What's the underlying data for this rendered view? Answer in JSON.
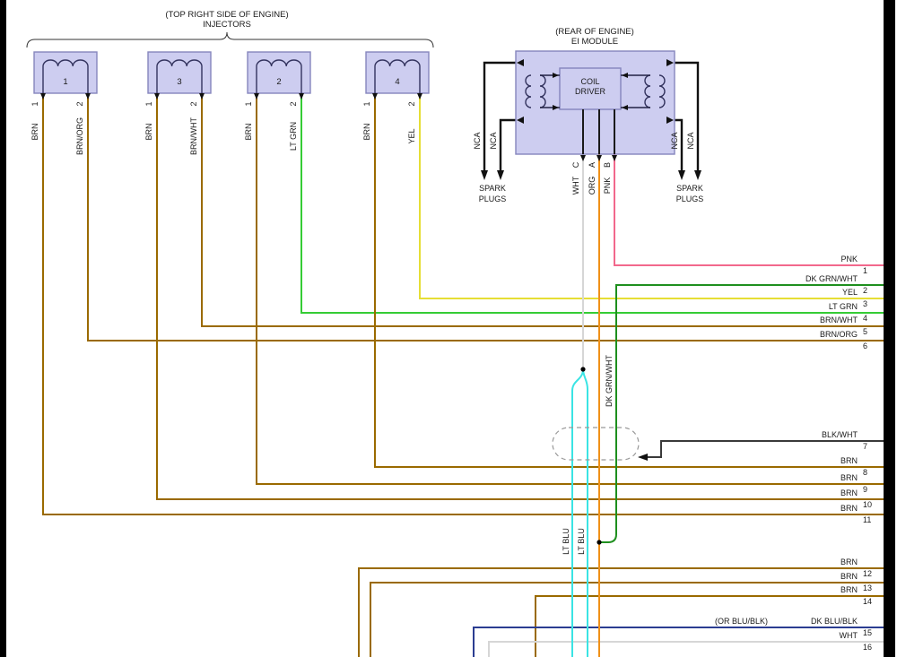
{
  "header": {
    "location_note": "(TOP RIGHT SIDE OF ENGINE)",
    "title": "INJECTORS"
  },
  "module": {
    "location_note": "(REAR OF ENGINE)",
    "title": "EI MODULE",
    "coil_driver_line1": "COIL",
    "coil_driver_line2": "DRIVER",
    "spark_left_line1": "SPARK",
    "spark_left_line2": "PLUGS",
    "spark_right_line1": "SPARK",
    "spark_right_line2": "PLUGS",
    "nca": [
      "NCA",
      "NCA",
      "NCA",
      "NCA"
    ],
    "pins": [
      {
        "letter": "C",
        "color": "WHT"
      },
      {
        "letter": "A",
        "color": "ORG"
      },
      {
        "letter": "B",
        "color": "PNK"
      }
    ]
  },
  "injectors": [
    {
      "id": "1",
      "pin1_num": "1",
      "pin1_color": "BRN",
      "pin2_num": "2",
      "pin2_color": "BRN/ORG"
    },
    {
      "id": "3",
      "pin1_num": "1",
      "pin1_color": "BRN",
      "pin2_num": "2",
      "pin2_color": "BRN/WHT"
    },
    {
      "id": "2",
      "pin1_num": "1",
      "pin1_color": "BRN",
      "pin2_num": "2",
      "pin2_color": "LT GRN"
    },
    {
      "id": "4",
      "pin1_num": "1",
      "pin1_color": "BRN",
      "pin2_num": "2",
      "pin2_color": "YEL"
    }
  ],
  "mid_labels": {
    "lt_blu_left": "LT BLU",
    "lt_blu_right": "LT BLU",
    "dk_grn_wht": "DK GRN/WHT"
  },
  "right_lines": [
    {
      "num": "1",
      "label": "PNK"
    },
    {
      "num": "2",
      "label": "DK GRN/WHT"
    },
    {
      "num": "3",
      "label": "YEL"
    },
    {
      "num": "4",
      "label": "LT GRN"
    },
    {
      "num": "5",
      "label": "BRN/WHT"
    },
    {
      "num": "6",
      "label": "BRN/ORG"
    },
    {
      "num": "7",
      "label": "BLK/WHT"
    },
    {
      "num": "8",
      "label": "BRN"
    },
    {
      "num": "9",
      "label": "BRN"
    },
    {
      "num": "10",
      "label": "BRN"
    },
    {
      "num": "11",
      "label": "BRN"
    },
    {
      "num": "12",
      "label": "BRN"
    },
    {
      "num": "13",
      "label": "BRN"
    },
    {
      "num": "14",
      "label": "BRN"
    },
    {
      "num": "15",
      "label": "DK BLU/BLK",
      "note": "(OR BLU/BLK)"
    },
    {
      "num": "16",
      "label": "WHT"
    }
  ],
  "colors": {
    "brn": "#9a6a00",
    "lt_grn": "#35cc35",
    "yel": "#e6de35",
    "pnk": "#f2688c",
    "dk_grn": "#1e8f1e",
    "org": "#f09018",
    "lt_blu": "#3ae4e4",
    "dk_blu": "#2b3d91",
    "blk_wht": "#3a3a3a",
    "wht": "#d6d6d6"
  }
}
